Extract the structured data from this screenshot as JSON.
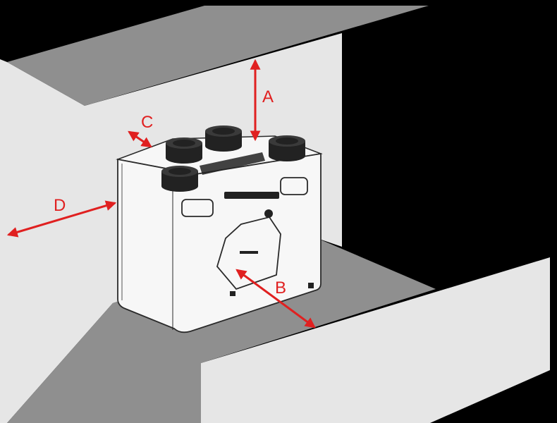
{
  "colors": {
    "background": "#000000",
    "wall": "#e6e6e6",
    "ceiling": "#8f8f8f",
    "floor": "#8f8f8f",
    "unit_body": "#f7f7f7",
    "unit_outline": "#2a2a2a",
    "duct": "#222222",
    "dimension_arrow": "#e02020"
  },
  "dimensions": {
    "a": {
      "label": "A"
    },
    "b": {
      "label": "B"
    },
    "c": {
      "label": "C"
    },
    "d": {
      "label": "D"
    }
  }
}
